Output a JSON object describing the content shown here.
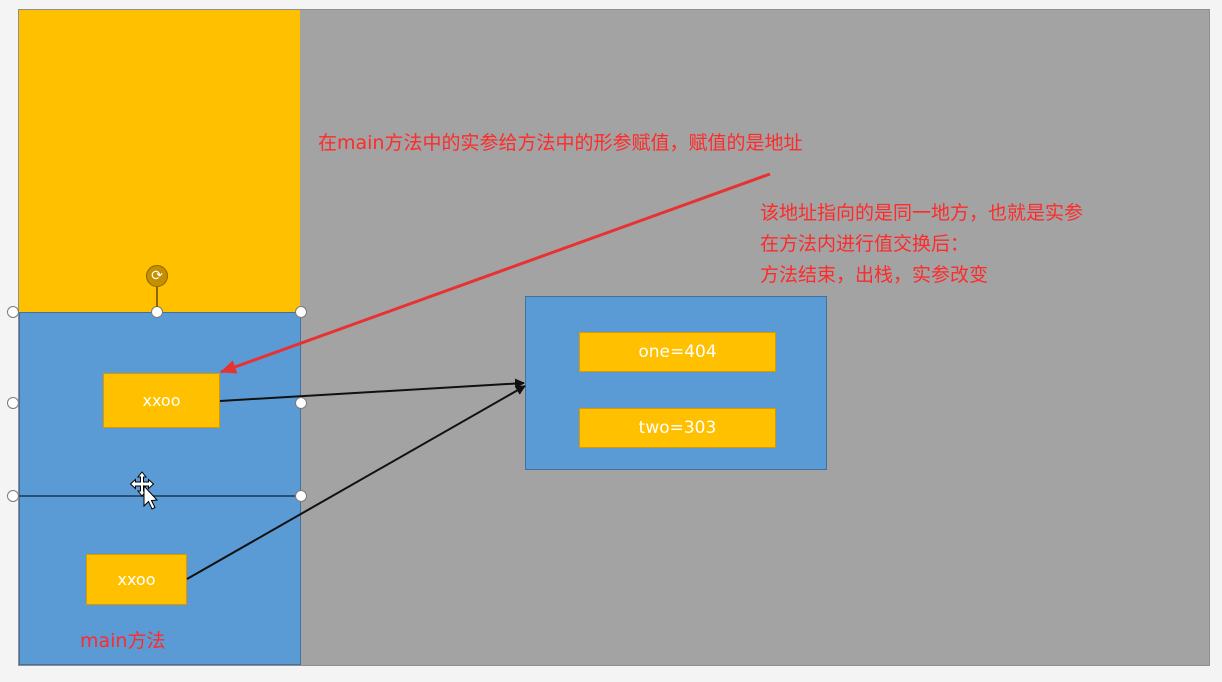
{
  "annotations": {
    "assign_note": "在main方法中的实参给方法中的形参赋值，赋值的是地址",
    "explain_lines": [
      "该地址指向的是同一地方，也就是实参",
      "在方法内进行值交换后：",
      "方法结束，出栈，实参改变"
    ],
    "stack_label": "main方法"
  },
  "stack": {
    "swap_frame_ref": "xxoo",
    "main_frame_ref": "xxoo"
  },
  "heap": {
    "fields": [
      "one=404",
      "two=303"
    ]
  },
  "colors": {
    "method_area": "#ffc000",
    "stack": "#5b9bd5",
    "heap": "#5b9bd5",
    "annotation": "#ff2a2a",
    "background": "#a3a3a3"
  },
  "icons": [
    "rotate-icon",
    "move-cursor-icon"
  ]
}
